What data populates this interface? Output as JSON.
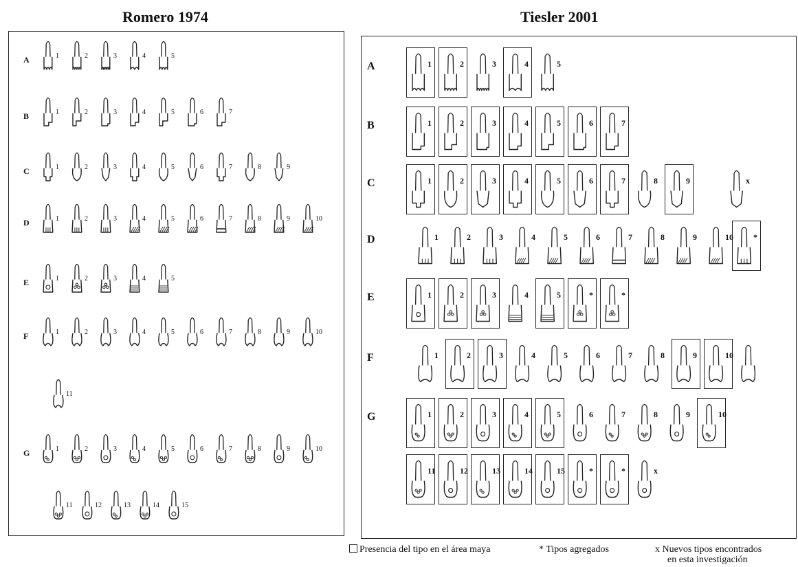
{
  "titles": {
    "left": "Romero 1974",
    "right": "Tiesler 2001"
  },
  "rows": [
    "A",
    "B",
    "C",
    "D",
    "E",
    "F",
    "G"
  ],
  "romero": [
    {
      "row": "A",
      "items": [
        "1",
        "2",
        "3",
        "4",
        "5"
      ]
    },
    {
      "row": "B",
      "items": [
        "1",
        "2",
        "3",
        "4",
        "5",
        "6",
        "7"
      ]
    },
    {
      "row": "C",
      "items": [
        "1",
        "2",
        "3",
        "4",
        "5",
        "6",
        "7",
        "8",
        "9"
      ]
    },
    {
      "row": "D",
      "items": [
        "1",
        "2",
        "3",
        "4",
        "5",
        "6",
        "7",
        "8",
        "9",
        "10"
      ]
    },
    {
      "row": "E",
      "items": [
        "1",
        "2",
        "3",
        "4",
        "5"
      ]
    },
    {
      "row": "F",
      "items": [
        "1",
        "2",
        "3",
        "4",
        "5",
        "6",
        "7",
        "8",
        "9",
        "10"
      ]
    },
    {
      "row": "F",
      "items": [
        "11"
      ]
    },
    {
      "row": "G",
      "items": [
        "1",
        "2",
        "3",
        "4",
        "5",
        "6",
        "7",
        "8",
        "9",
        "10"
      ]
    },
    {
      "row": "G",
      "items": [
        "11",
        "12",
        "13",
        "14",
        "15"
      ]
    }
  ],
  "tiesler": [
    {
      "row": "A",
      "items": [
        {
          "n": "1",
          "boxed": true
        },
        {
          "n": "2",
          "boxed": true
        },
        {
          "n": "3",
          "boxed": false
        },
        {
          "n": "4",
          "boxed": true
        },
        {
          "n": "5",
          "boxed": false
        }
      ]
    },
    {
      "row": "B",
      "items": [
        {
          "n": "1",
          "boxed": true
        },
        {
          "n": "2",
          "boxed": true
        },
        {
          "n": "3",
          "boxed": true
        },
        {
          "n": "4",
          "boxed": true
        },
        {
          "n": "5",
          "boxed": true
        },
        {
          "n": "6",
          "boxed": true
        },
        {
          "n": "7",
          "boxed": true
        }
      ]
    },
    {
      "row": "C",
      "items": [
        {
          "n": "1",
          "boxed": true
        },
        {
          "n": "2",
          "boxed": true
        },
        {
          "n": "3",
          "boxed": true
        },
        {
          "n": "4",
          "boxed": true
        },
        {
          "n": "5",
          "boxed": true
        },
        {
          "n": "6",
          "boxed": true
        },
        {
          "n": "7",
          "boxed": true
        },
        {
          "n": "8",
          "boxed": false
        },
        {
          "n": "9",
          "boxed": true
        },
        {
          "n": "x",
          "boxed": false
        }
      ]
    },
    {
      "row": "D",
      "items": [
        {
          "n": "1",
          "boxed": false
        },
        {
          "n": "2",
          "boxed": false
        },
        {
          "n": "3",
          "boxed": false
        },
        {
          "n": "4",
          "boxed": false
        },
        {
          "n": "5",
          "boxed": false
        },
        {
          "n": "6",
          "boxed": false
        },
        {
          "n": "7",
          "boxed": false
        },
        {
          "n": "8",
          "boxed": false
        },
        {
          "n": "9",
          "boxed": false
        },
        {
          "n": "10",
          "boxed": false
        },
        {
          "n": "*",
          "boxed": true
        }
      ]
    },
    {
      "row": "E",
      "items": [
        {
          "n": "1",
          "boxed": true
        },
        {
          "n": "2",
          "boxed": true
        },
        {
          "n": "3",
          "boxed": true
        },
        {
          "n": "4",
          "boxed": false
        },
        {
          "n": "5",
          "boxed": true
        },
        {
          "n": "*",
          "boxed": true
        },
        {
          "n": "*",
          "boxed": true
        }
      ]
    },
    {
      "row": "F",
      "items": [
        {
          "n": "1",
          "boxed": false
        },
        {
          "n": "2",
          "boxed": true
        },
        {
          "n": "3",
          "boxed": true
        },
        {
          "n": "4",
          "boxed": false
        },
        {
          "n": "5",
          "boxed": false
        },
        {
          "n": "6",
          "boxed": false
        },
        {
          "n": "7",
          "boxed": false
        },
        {
          "n": "8",
          "boxed": false
        },
        {
          "n": "9",
          "boxed": true
        },
        {
          "n": "10",
          "boxed": true
        },
        {
          "n": "",
          "boxed": false
        }
      ]
    },
    {
      "row": "G",
      "items": [
        {
          "n": "1",
          "boxed": true
        },
        {
          "n": "2",
          "boxed": true
        },
        {
          "n": "3",
          "boxed": true
        },
        {
          "n": "4",
          "boxed": true
        },
        {
          "n": "5",
          "boxed": true
        },
        {
          "n": "6",
          "boxed": false
        },
        {
          "n": "7",
          "boxed": false
        },
        {
          "n": "8",
          "boxed": false
        },
        {
          "n": "9",
          "boxed": false
        },
        {
          "n": "10",
          "boxed": true
        }
      ]
    },
    {
      "row": "G",
      "items": [
        {
          "n": "11",
          "boxed": true
        },
        {
          "n": "12",
          "boxed": true
        },
        {
          "n": "13",
          "boxed": true
        },
        {
          "n": "14",
          "boxed": true
        },
        {
          "n": "15",
          "boxed": true
        },
        {
          "n": "*",
          "boxed": true
        },
        {
          "n": "*",
          "boxed": true
        },
        {
          "n": "x",
          "boxed": false
        }
      ]
    }
  ],
  "legend": {
    "presence": "Presencia del tipo en el área maya",
    "added": "* Tipos agregados",
    "new_line1": "x Nuevos tipos encontrados",
    "new_line2": "en esta investigación"
  }
}
